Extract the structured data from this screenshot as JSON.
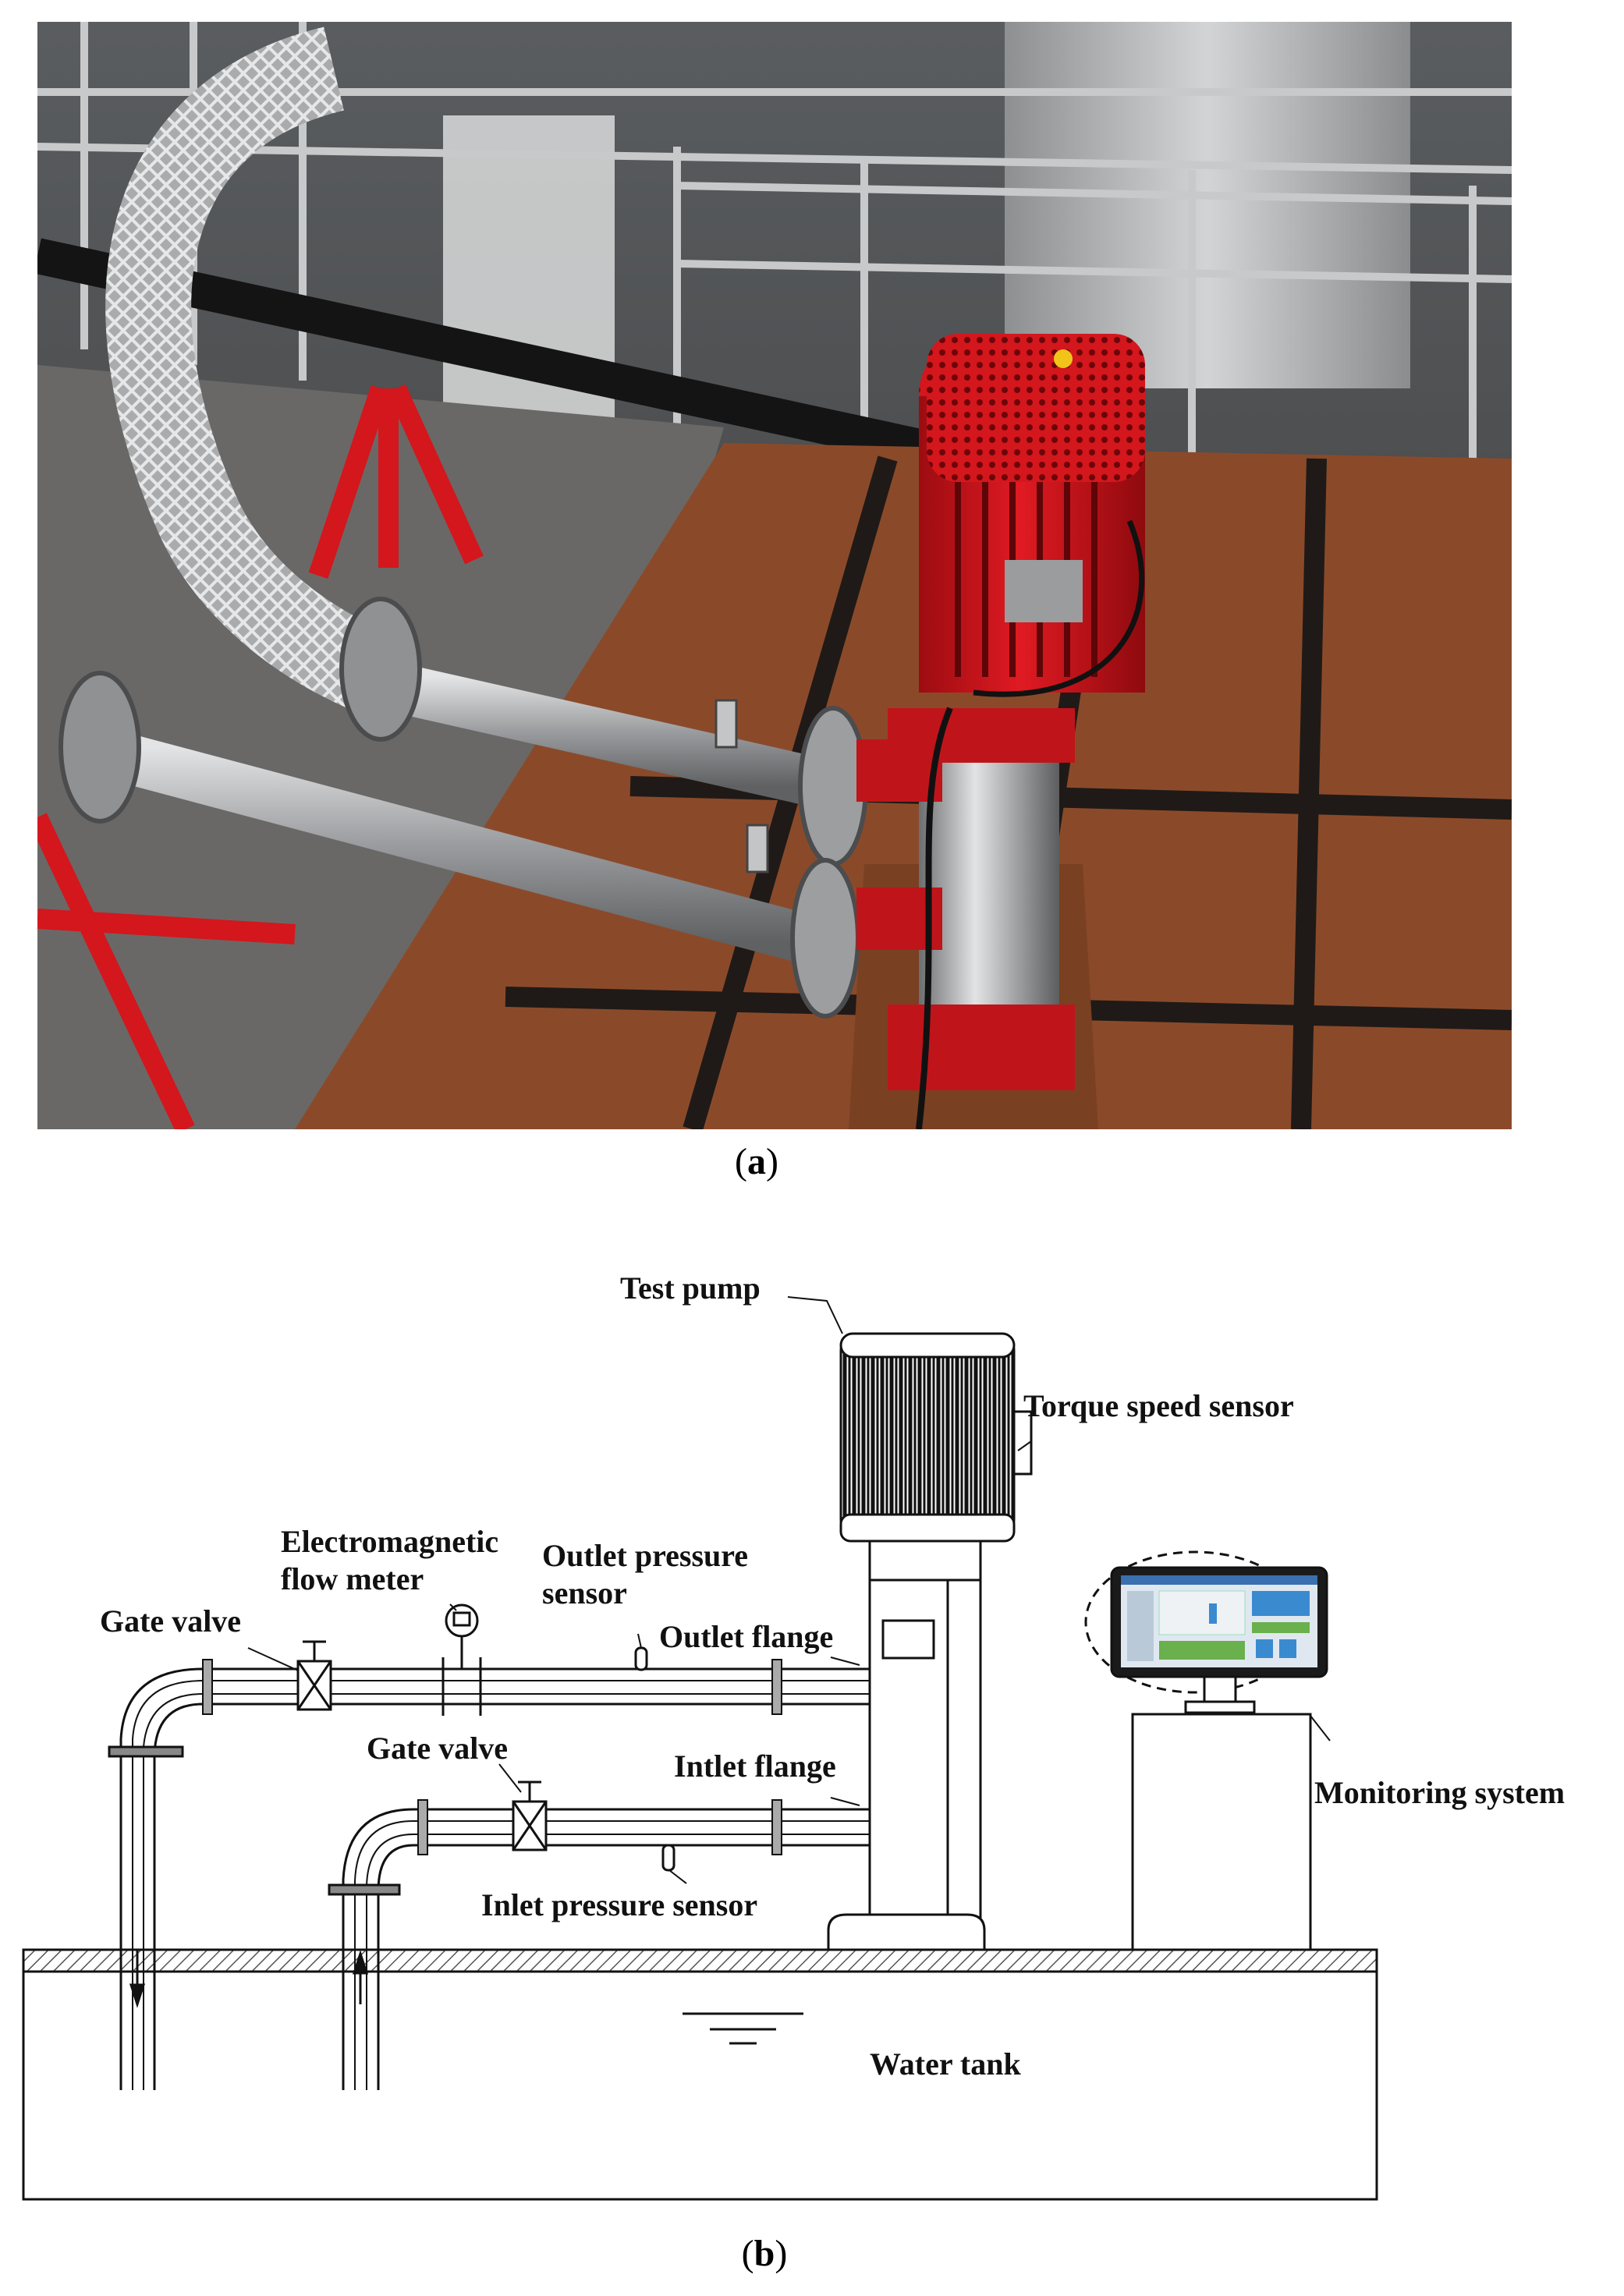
{
  "panel_a": {
    "caption_open": "(",
    "caption_letter": "a",
    "caption_close": ")"
  },
  "panel_b": {
    "caption_open": "(",
    "caption_letter": "b",
    "caption_close": ")",
    "labels": {
      "test_pump": "Test pump",
      "torque_speed_sensor": "Torque speed sensor",
      "electromagnetic_1": "Electromagnetic",
      "electromagnetic_2": "flow meter",
      "outlet_pressure_1": "Outlet pressure",
      "outlet_pressure_2": "sensor",
      "gate_valve_top": "Gate valve",
      "outlet_flange": "Outlet flange",
      "gate_valve_bottom": "Gate valve",
      "intlet_flange": "Intlet flange",
      "inlet_pressure_sensor": "Inlet pressure sensor",
      "monitoring_system": "Monitoring system",
      "water_tank": "Water tank"
    }
  },
  "colors": {
    "pump_red": "#d4161d",
    "pump_dark_red": "#8e0a0e",
    "steel": "#b7b9bb",
    "rust": "#8a4a2a",
    "floor_dark": "#2b2522",
    "screen_blue": "#3a8ad0"
  }
}
